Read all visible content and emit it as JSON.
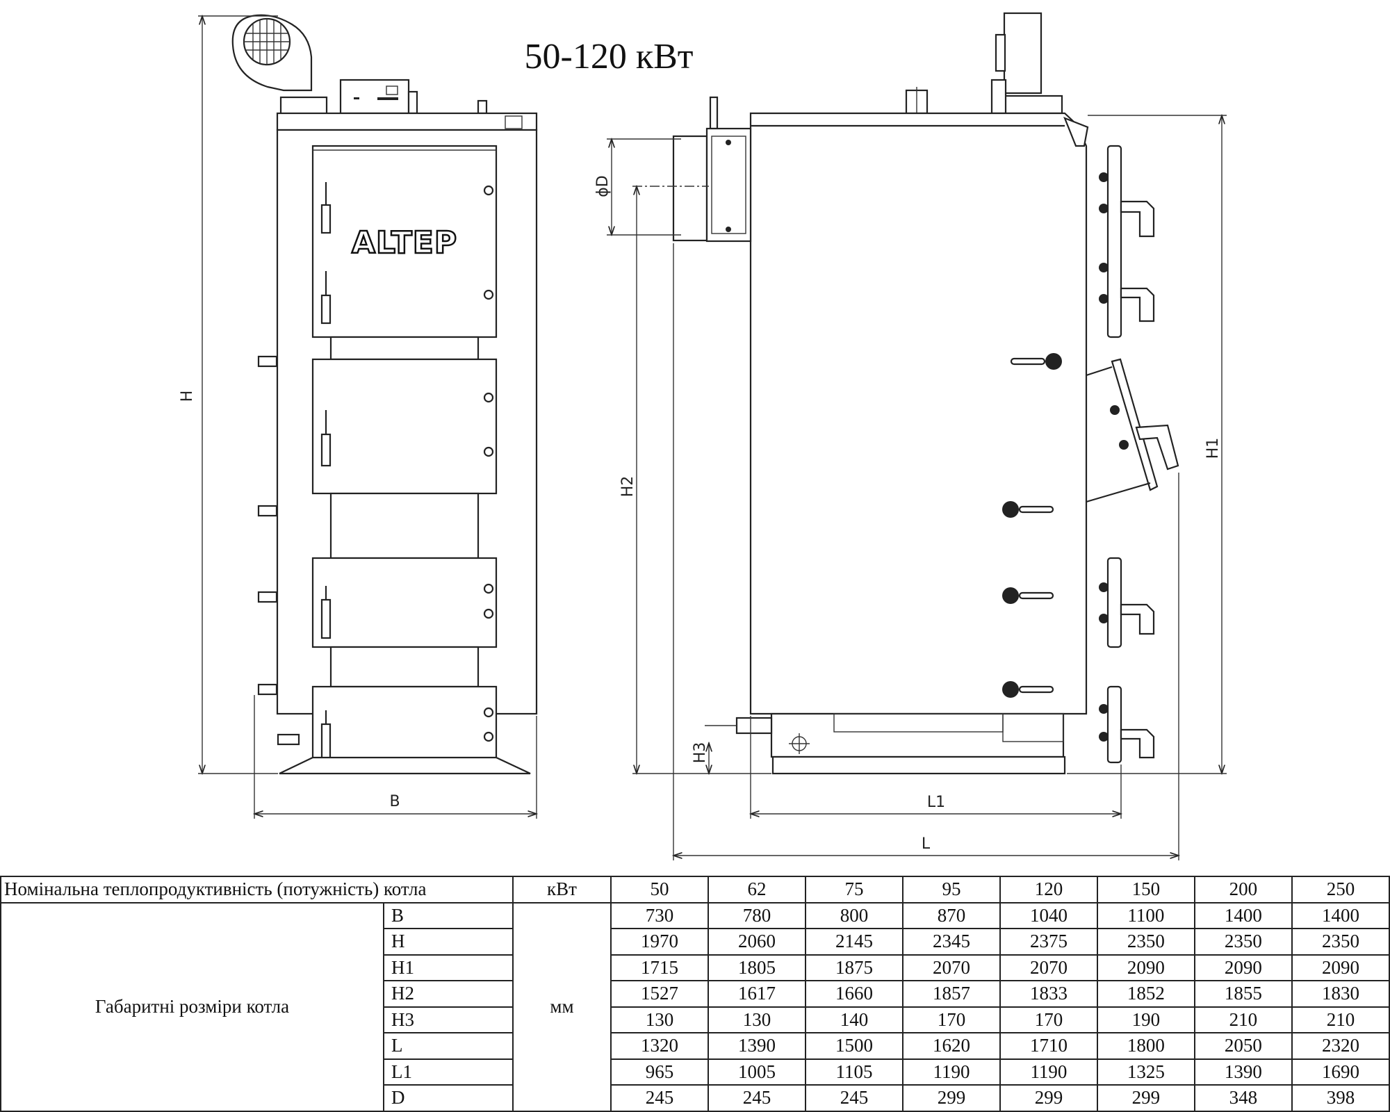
{
  "title": "50-120 кВт",
  "logo": "ALTEP",
  "dimensions": {
    "B": "B",
    "H": "H",
    "H1": "H1",
    "H2": "H2",
    "H3": "H3",
    "L": "L",
    "L1": "L1",
    "D": "ϕD"
  },
  "table": {
    "header_label": "Номінальна теплопродуктивність (потужність) котла",
    "header_unit": "кВт",
    "powers": [
      "50",
      "62",
      "75",
      "95",
      "120",
      "150",
      "200",
      "250"
    ],
    "group_label": "Габаритні розміри котла",
    "group_unit": "мм",
    "rows": [
      {
        "label": "B",
        "values": [
          "730",
          "780",
          "800",
          "870",
          "1040",
          "1100",
          "1400",
          "1400"
        ]
      },
      {
        "label": "H",
        "values": [
          "1970",
          "2060",
          "2145",
          "2345",
          "2375",
          "2350",
          "2350",
          "2350"
        ]
      },
      {
        "label": "H1",
        "values": [
          "1715",
          "1805",
          "1875",
          "2070",
          "2070",
          "2090",
          "2090",
          "2090"
        ]
      },
      {
        "label": "H2",
        "values": [
          "1527",
          "1617",
          "1660",
          "1857",
          "1833",
          "1852",
          "1855",
          "1830"
        ]
      },
      {
        "label": "H3",
        "values": [
          "130",
          "130",
          "140",
          "170",
          "170",
          "190",
          "210",
          "210"
        ]
      },
      {
        "label": "L",
        "values": [
          "1320",
          "1390",
          "1500",
          "1620",
          "1710",
          "1800",
          "2050",
          "2320"
        ]
      },
      {
        "label": "L1",
        "values": [
          "965",
          "1005",
          "1105",
          "1190",
          "1190",
          "1325",
          "1390",
          "1690"
        ]
      },
      {
        "label": "D",
        "values": [
          "245",
          "245",
          "245",
          "299",
          "299",
          "299",
          "348",
          "398"
        ]
      }
    ]
  }
}
